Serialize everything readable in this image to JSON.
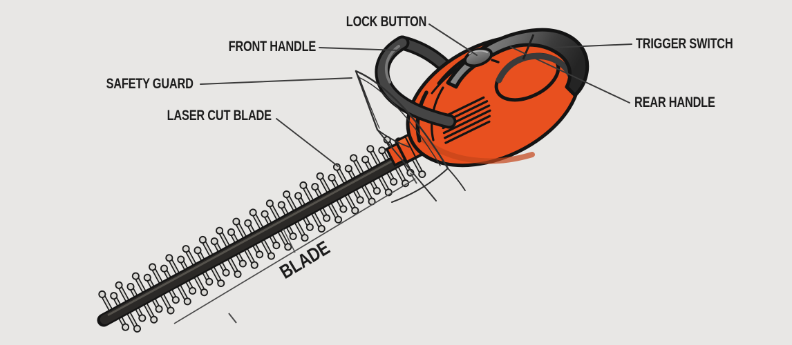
{
  "diagram": {
    "subject": "Hedge trimmer parts diagram",
    "colors": {
      "background": "#e8e7e5",
      "body_orange": "#e8501f",
      "body_shade": "#c5451a",
      "outline": "#141414",
      "metal_light": "#9c9c9c",
      "metal_dark": "#262626",
      "label_text": "#1c1c1c",
      "leader_line": "#3a3a3a"
    },
    "labels": {
      "lock_button": "LOCK BUTTON",
      "front_handle": "FRONT HANDLE",
      "trigger_switch": "TRIGGER SWITCH",
      "safety_guard": "SAFETY GUARD",
      "laser_cut_blade": "LASER CUT BLADE",
      "rear_handle": "REAR HANDLE",
      "blade_dimension": "BLADE"
    }
  }
}
